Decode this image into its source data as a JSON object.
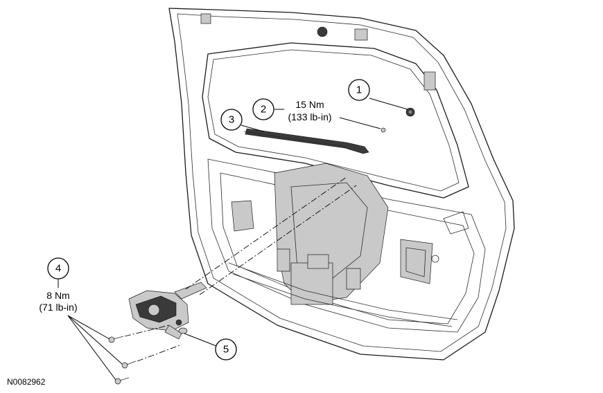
{
  "figure_id": "N0082962",
  "callouts": [
    {
      "number": "1"
    },
    {
      "number": "2",
      "torque_nm": "15 Nm",
      "torque_lbin": "(133 lb-in)"
    },
    {
      "number": "3"
    },
    {
      "number": "4",
      "torque_nm": "8 Nm",
      "torque_lbin": "(71 lb-in)"
    },
    {
      "number": "5"
    }
  ]
}
